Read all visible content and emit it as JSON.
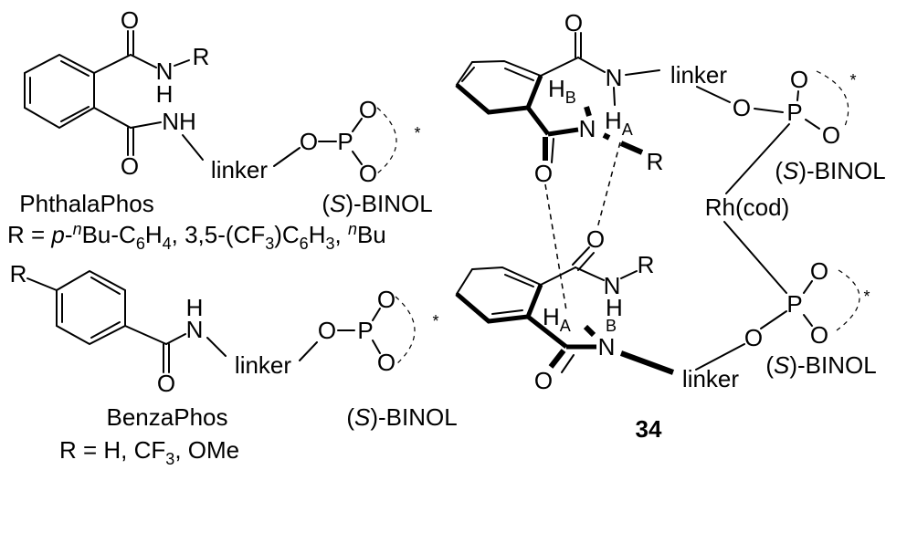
{
  "phthalaphos": {
    "name": "PhthalaPhos",
    "O1": "O",
    "N1": "N",
    "H1": "H",
    "R": "R",
    "NH": "NH",
    "O2": "O",
    "linker": "linker",
    "O3": "O",
    "P": "P",
    "O4": "O",
    "O5": "O",
    "star": "*",
    "binol": [
      "(",
      "S",
      ")-BINOL"
    ],
    "r_line": [
      "R = ",
      "p",
      "-",
      "n",
      "Bu-C",
      "6",
      "H",
      "4",
      ", 3,5-(CF",
      "3",
      ")C",
      "6",
      "H",
      "3",
      ", ",
      "n",
      "Bu"
    ]
  },
  "benzaphos": {
    "name": "BenzaPhos",
    "R": "R",
    "H": "H",
    "N": "N",
    "O1": "O",
    "linker": "linker",
    "O2": "O",
    "P": "P",
    "O3": "O",
    "O4": "O",
    "star": "*",
    "binol": [
      "(",
      "S",
      ")-BINOL"
    ],
    "r_line": [
      "R = H, CF",
      "3",
      ", OMe"
    ]
  },
  "complex": {
    "label": "34",
    "top": {
      "O1": "O",
      "N1": "N",
      "linker": "linker",
      "HB": [
        "H",
        "B"
      ],
      "HA": [
        "H",
        "A"
      ],
      "N2": "N",
      "R": "R",
      "O2": "O"
    },
    "bottom": {
      "O1": "O",
      "N1": "N",
      "R": "R",
      "HB": [
        "H",
        "B"
      ],
      "HA": [
        "H",
        "A"
      ],
      "N2": "N",
      "O2": "O",
      "linker": "linker"
    },
    "phos_top": {
      "O1": "O",
      "P": "P",
      "O2": "O",
      "O3": "O",
      "star": "*",
      "binol": [
        "(",
        "S",
        ")-BINOL"
      ]
    },
    "metal": "Rh(cod)",
    "phos_bottom": {
      "O1": "O",
      "P": "P",
      "O2": "O",
      "O3": "O",
      "star": "*",
      "binol": [
        "(",
        "S",
        ")-BINOL"
      ]
    }
  }
}
